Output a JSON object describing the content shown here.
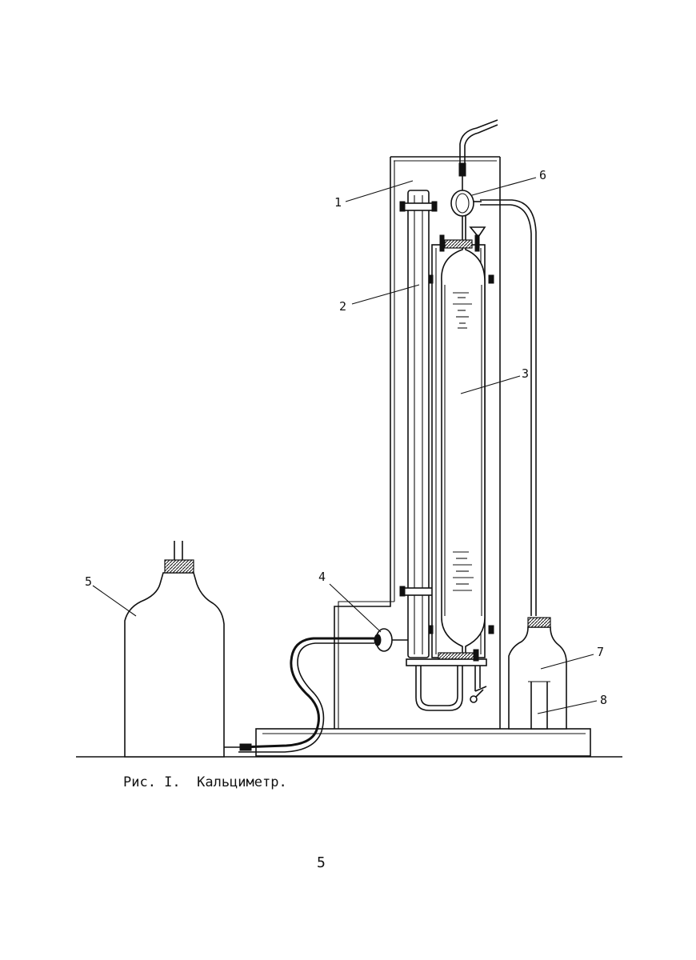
{
  "figure": {
    "callouts": [
      {
        "id": "1",
        "text": "1"
      },
      {
        "id": "2",
        "text": "2"
      },
      {
        "id": "3",
        "text": "3"
      },
      {
        "id": "4",
        "text": "4"
      },
      {
        "id": "5",
        "text": "5"
      },
      {
        "id": "6",
        "text": "6"
      },
      {
        "id": "7",
        "text": "7"
      },
      {
        "id": "8",
        "text": "8"
      }
    ]
  },
  "caption": "Рис. I.  Кальциметр.",
  "page_number": "5"
}
